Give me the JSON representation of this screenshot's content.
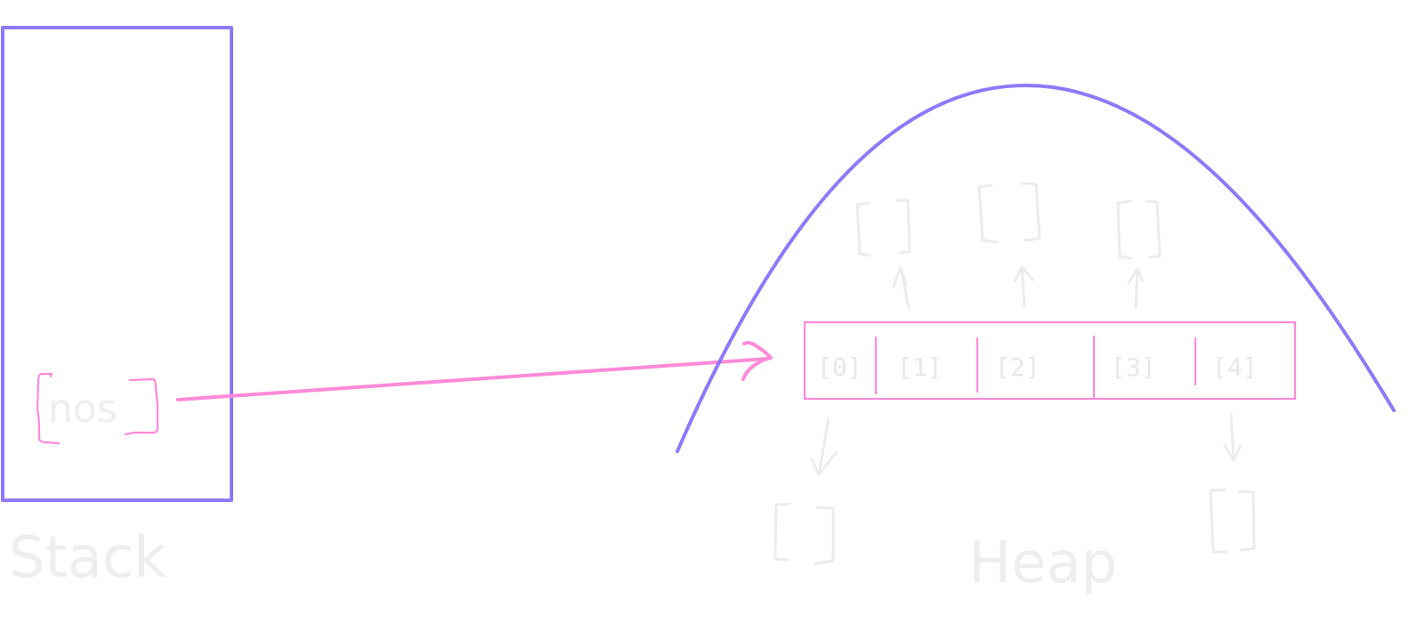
{
  "colors": {
    "structure": "#8f78fa",
    "pointer": "#ff8ad8",
    "faint": "#ececec",
    "background": "#ffffff"
  },
  "stack": {
    "label": "Stack",
    "variable_name": "nos"
  },
  "heap": {
    "label": "Heap",
    "array_cells": [
      "[0]",
      "[1]",
      "[2]",
      "[3]",
      "[4]"
    ],
    "referenced_objects": [
      "[ ]",
      "[ ]",
      "[ ]",
      "[ ]",
      "[ ]"
    ]
  }
}
